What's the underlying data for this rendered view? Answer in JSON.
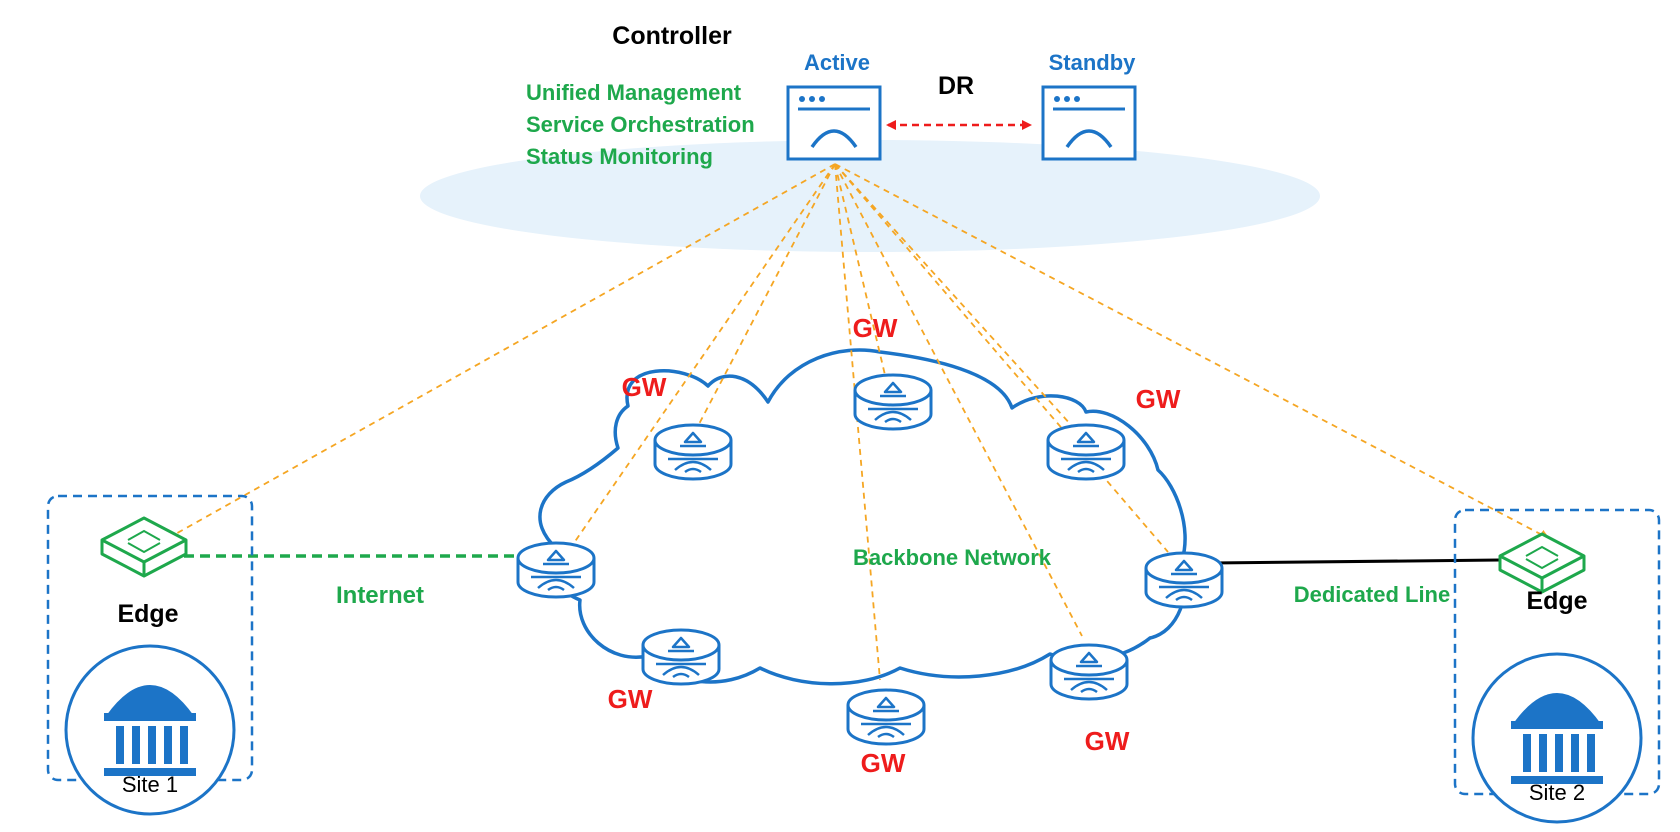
{
  "controller": {
    "title": "Controller",
    "active_label": "Active",
    "standby_label": "Standby",
    "dr_label": "DR",
    "functions": [
      "Unified Management",
      "Service Orchestration",
      "Status Monitoring"
    ]
  },
  "network": {
    "backbone_label": "Backbone Network",
    "internet_label": "Internet",
    "dedicated_line_label": "Dedicated Line",
    "gateway_label": "GW"
  },
  "sites": [
    {
      "edge_label": "Edge",
      "site_label": "Site 1"
    },
    {
      "edge_label": "Edge",
      "site_label": "Site 2"
    }
  ],
  "icons": {
    "server": "server-window-icon",
    "router": "router-cylinder-icon",
    "edge": "edge-device-icon",
    "site": "building-icon",
    "cloud": "cloud-icon"
  },
  "colors": {
    "blue": "#1c74c7",
    "green": "#1ea84c",
    "red": "#ee1c1c",
    "orange": "#f5a623",
    "ellipse": "#e6f2fb",
    "black": "#000000"
  }
}
